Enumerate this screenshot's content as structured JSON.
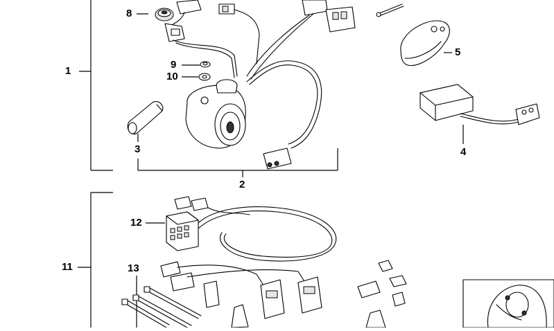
{
  "callouts": {
    "c1": "1",
    "c2": "2",
    "c3": "3",
    "c4": "4",
    "c5": "5",
    "c8": "8",
    "c9": "9",
    "c10": "10",
    "c11": "11",
    "c12": "12",
    "c13": "13"
  }
}
